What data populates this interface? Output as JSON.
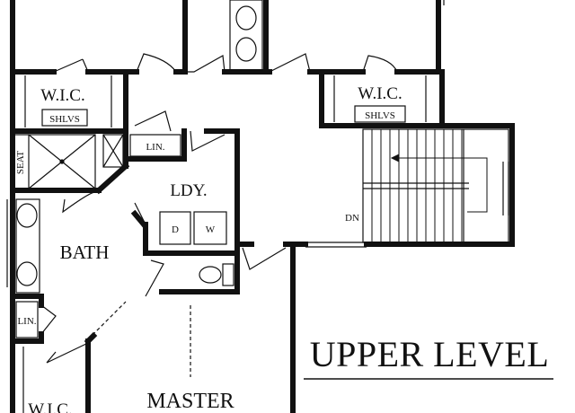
{
  "plan_title": "UPPER LEVEL",
  "rooms": {
    "wic_left": "W.I.C.",
    "shlvs_left": "SHLVS",
    "wic_right": "W.I.C.",
    "shlvs_right": "SHLVS",
    "seat": "SEAT",
    "lin_top": "LIN.",
    "laundry": "LDY.",
    "dryer": "D",
    "washer": "W",
    "dn": "DN",
    "bath": "BATH",
    "lin_bottom": "LIN.",
    "wic_bottom": "W.I.C.",
    "master": "MASTER"
  },
  "colors": {
    "wall": "#111111",
    "background": "#ffffff"
  }
}
